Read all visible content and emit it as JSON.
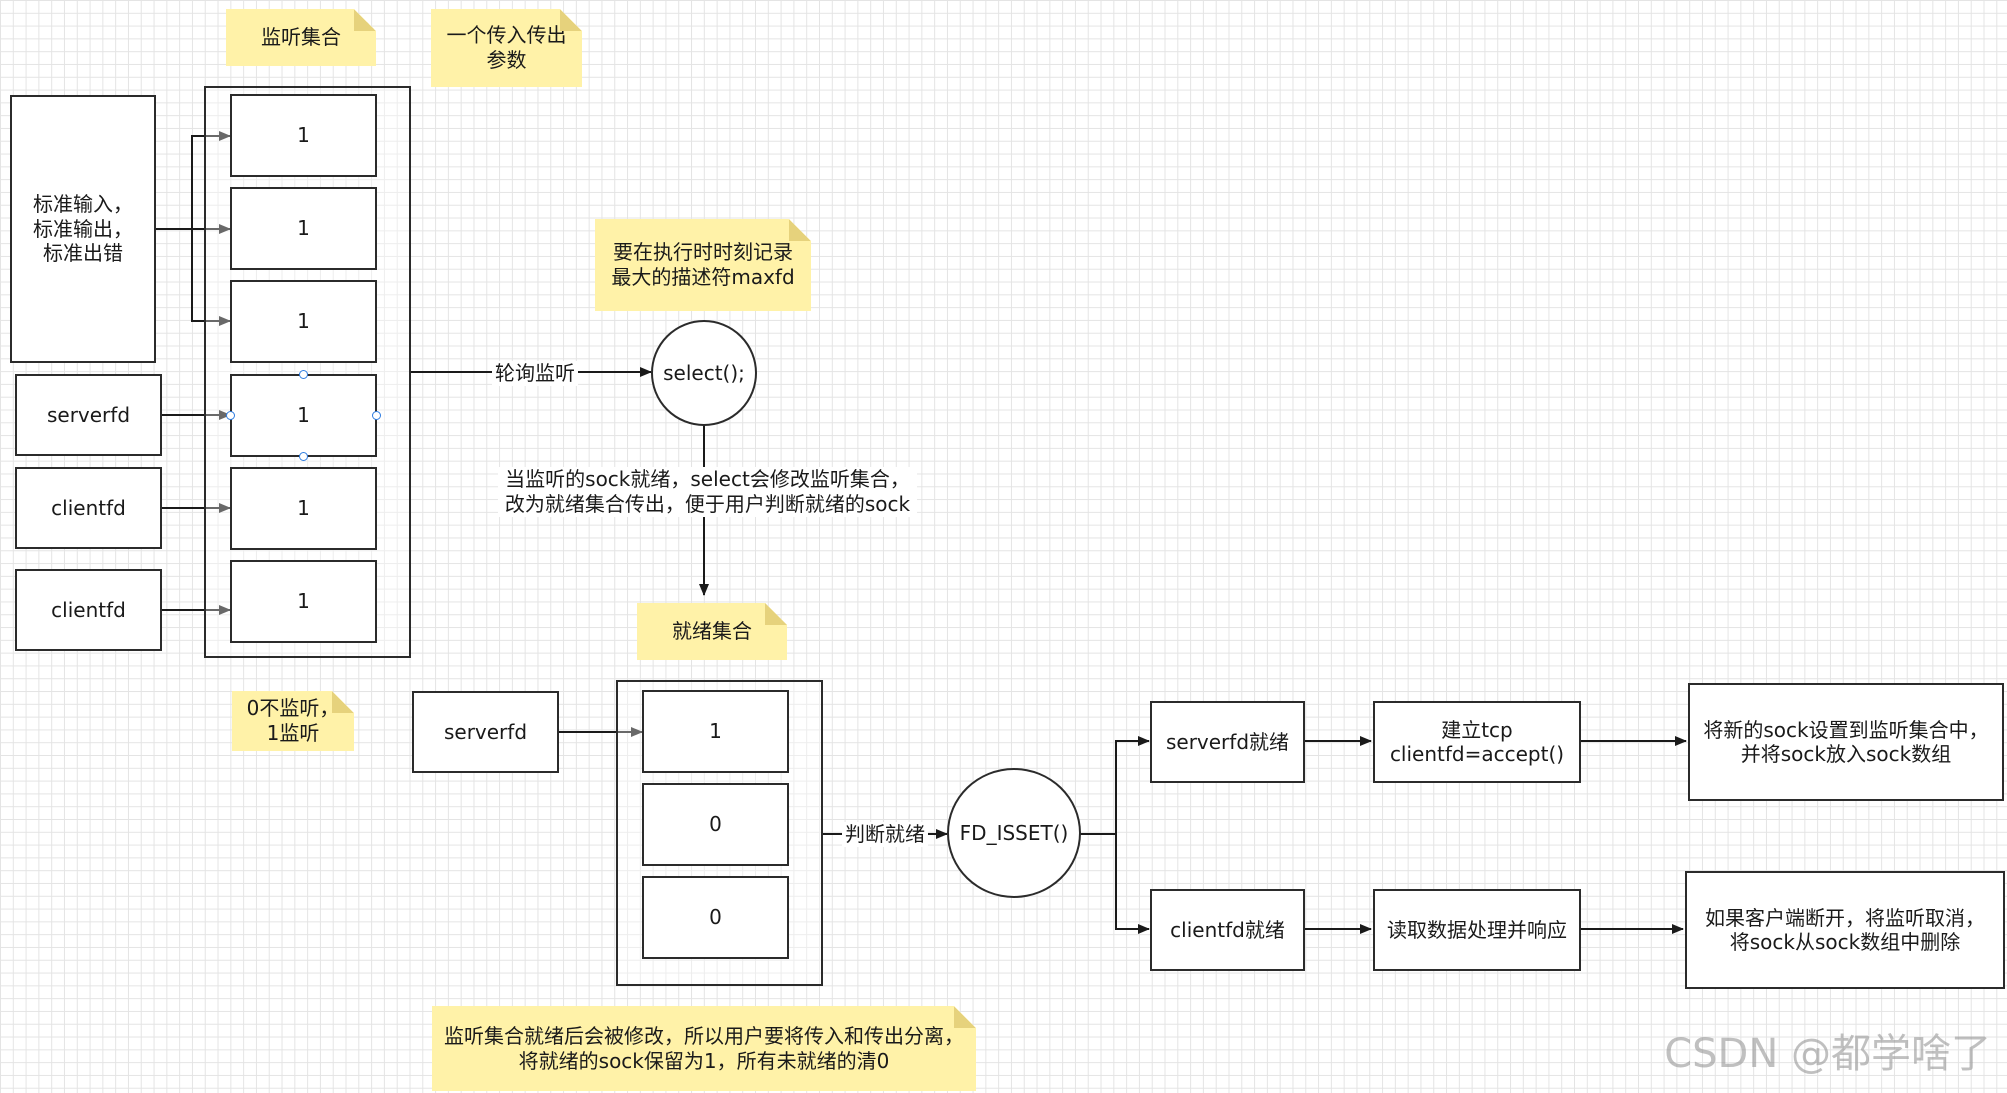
{
  "notes": {
    "monitor_set": "监听集合",
    "in_out_param": "一个传入传出\n参数",
    "maxfd": "要在执行时时刻记录\n最大的描述符maxfd",
    "ready_set": "就绪集合",
    "zero_one": "0不监听，\n1监听",
    "bottom": "监听集合就绪后会被修改，所以用户要将传入和传出分离，\n将就绪的sock保留为1，所有未就绪的清0"
  },
  "left_boxes": {
    "std": "标准输入，\n标准输出，\n标准出错",
    "serverfd": "serverfd",
    "clientfd_1": "clientfd",
    "clientfd_2": "clientfd"
  },
  "monitor_cells": [
    "1",
    "1",
    "1",
    "1",
    "1",
    "1"
  ],
  "edges": {
    "poll": "轮询监听",
    "select_desc": "当监听的sock就绪，select会修改监听集合，\n改为就绪集合传出，便于用户判断就绪的sock",
    "judge": "判断就绪"
  },
  "select_node": "select();",
  "ready_serverfd": "serverfd",
  "ready_cells": [
    "1",
    "0",
    "0"
  ],
  "fd_isset": "FD_ISSET()",
  "branches": {
    "serverfd_ready": "serverfd就绪",
    "clientfd_ready": "clientfd就绪",
    "accept": "建立tcp\nclientfd=accept()",
    "read": "读取数据处理并响应",
    "add": "将新的sock设置到监听集合中，\n并将sock放入sock数组",
    "remove": "如果客户端断开，将监听取消，\n将sock从sock数组中删除"
  },
  "watermark": "CSDN @都学啥了"
}
